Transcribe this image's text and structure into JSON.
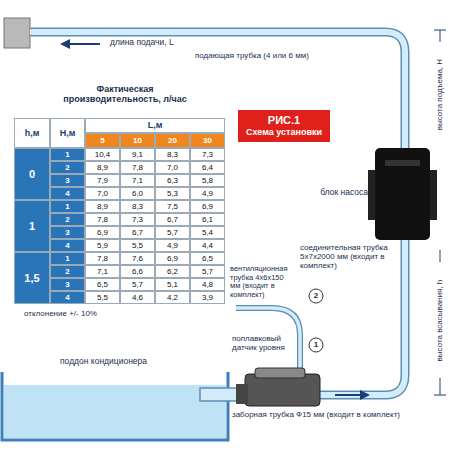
{
  "diagram": {
    "nodes": [
      {
        "text": [
          "РИС.1",
          "Схема установки"
        ]
      }
    ],
    "labels": [
      "длина подачи, L",
      "подающая трубка (4 или 6 мм)",
      "высота подъема, H",
      "Фактическая производительность, л/час",
      "h,м",
      "H,м",
      "L,м",
      "5",
      "10",
      "20",
      "30",
      "0",
      "1",
      "10,4",
      "9,1",
      "8,3",
      "7,3",
      "2",
      "8,9",
      "7,8",
      "7,0",
      "6,4",
      "3",
      "7,9",
      "7,1",
      "6,3",
      "5,8",
      "4",
      "7,0",
      "6,0",
      "5,3",
      "4,9",
      "1",
      "1",
      "8,9",
      "8,3",
      "7,5",
      "6,9",
      "2",
      "7,8",
      "7,3",
      "6,7",
      "6,1",
      "3",
      "6,9",
      "6,7",
      "5,7",
      "5,4",
      "4",
      "5,9",
      "5,5",
      "4,9",
      "4,4",
      "1,5",
      "1",
      "7,8",
      "7,6",
      "6,9",
      "6,5",
      "2",
      "7,1",
      "6,6",
      "6,2",
      "5,7",
      "3",
      "6,5",
      "5,7",
      "5,1",
      "4,8",
      "4",
      "5,5",
      "4,6",
      "4,2",
      "3,9",
      "отклонение +/- 10%",
      "блок насоса",
      "соединительная трубка 5x7x2000 мм (входит в комплект)",
      "высота всасывания, h",
      "вентиляционная трубка 4x6x150 мм (входит в комплект)",
      "2",
      "1",
      "поплавковый датчик уровня",
      "поддон кондиционера",
      "заборная трубка Ф15 мм (входит в комплект)"
    ]
  }
}
